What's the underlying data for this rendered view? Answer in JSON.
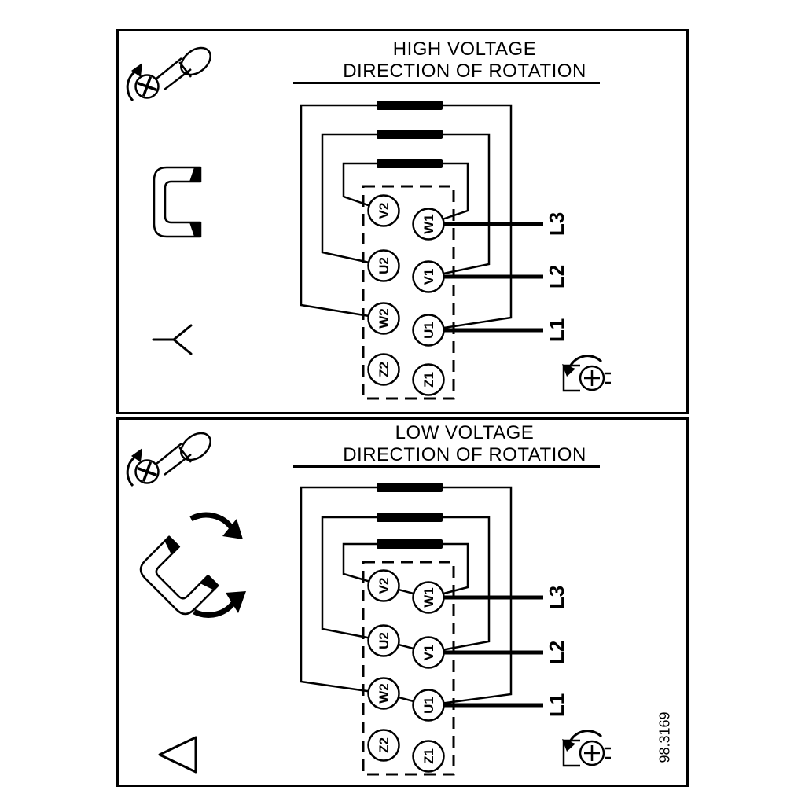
{
  "figure_number": "98.3169",
  "colors": {
    "ink": "#000000",
    "paper": "#ffffff"
  },
  "panels": [
    {
      "name": "high-voltage",
      "title_line1": "HIGH VOLTAGE",
      "title_line2": "DIRECTION OF ROTATION",
      "connection": "star",
      "terminals": {
        "left": [
          "V2",
          "U2",
          "W2",
          "Z2"
        ],
        "right": [
          "W1",
          "V1",
          "U1",
          "Z1"
        ]
      },
      "supply_lines": [
        "L3",
        "L2",
        "L1"
      ]
    },
    {
      "name": "low-voltage",
      "title_line1": "LOW VOLTAGE",
      "title_line2": "DIRECTION OF ROTATION",
      "connection": "delta",
      "terminals": {
        "left": [
          "V2",
          "U2",
          "W2",
          "Z2"
        ],
        "right": [
          "W1",
          "V1",
          "U1",
          "Z1"
        ]
      },
      "supply_lines": [
        "L3",
        "L2",
        "L1"
      ]
    }
  ]
}
